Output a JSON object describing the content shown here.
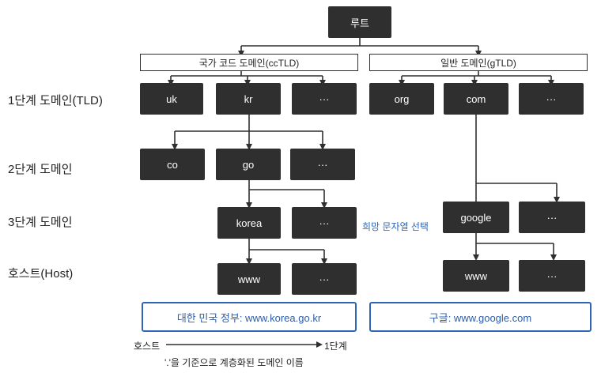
{
  "root": "루트",
  "groups": {
    "cctld": "국가 코드 도메인(ccTLD)",
    "gtld": "일반 도메인(gTLD)"
  },
  "levels": {
    "tld": "1단계 도메인(TLD)",
    "second": "2단계 도메인",
    "third": "3단계 도메인",
    "host": "호스트(Host)"
  },
  "nodes": {
    "uk": "uk",
    "kr": "kr",
    "cc_more": "···",
    "org": "org",
    "com": "com",
    "g_more": "···",
    "co": "co",
    "go": "go",
    "kr_more": "···",
    "korea": "korea",
    "go_more": "···",
    "google": "google",
    "com_more": "···",
    "www_korea": "www",
    "korea_more": "···",
    "www_google": "www",
    "google_more": "···"
  },
  "examples": {
    "korea": "대한 민국 정부: www.korea.go.kr",
    "google": "구글: www.google.com"
  },
  "select_hint": "희망 문자열 선택",
  "axis": {
    "from": "호스트",
    "to": "1단계",
    "caption": "'.'을 기준으로 계층화된 도메인 이름"
  }
}
